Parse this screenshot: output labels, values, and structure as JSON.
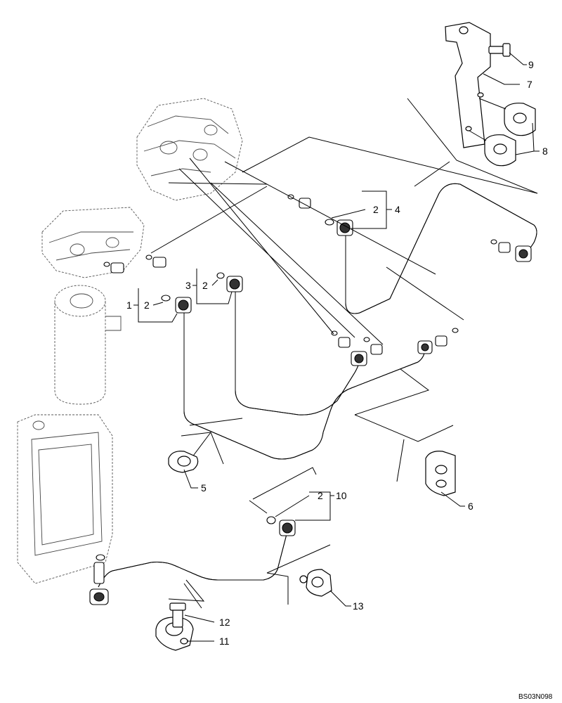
{
  "figure_code": "BS03N098",
  "callouts": {
    "c1": "1",
    "c2a": "2",
    "c3": "3",
    "c2b": "2",
    "c2c": "2",
    "c4": "4",
    "c5": "5",
    "c6": "6",
    "c7": "7",
    "c8": "8",
    "c9": "9",
    "c2d": "2",
    "c10": "10",
    "c11": "11",
    "c12": "12",
    "c13": "13"
  }
}
